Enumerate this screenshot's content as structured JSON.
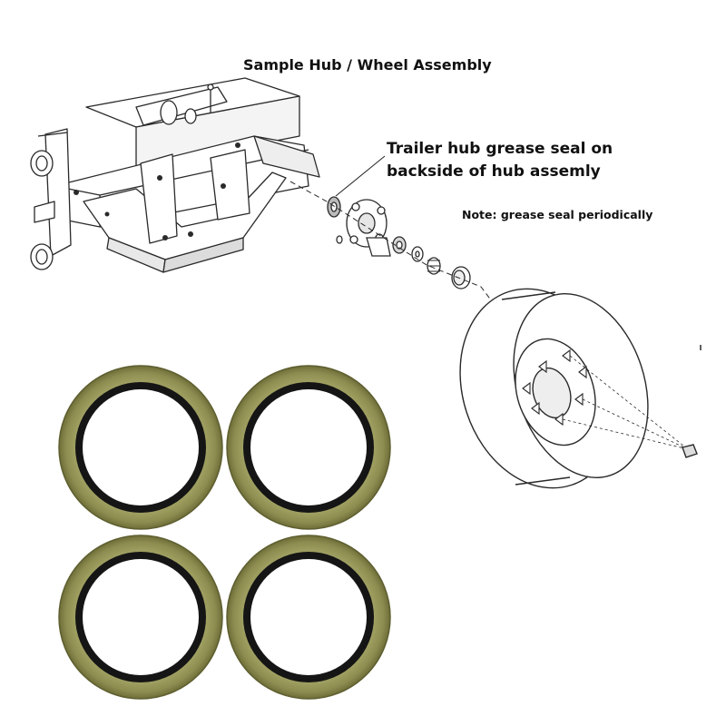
{
  "title": "Sample Hub / Wheel Assembly",
  "callout": {
    "line1": "Trailer hub grease seal on",
    "line2": "backside of hub assemly"
  },
  "note": "Note: grease seal periodically",
  "colors": {
    "seal_outer": "#9a9a5a",
    "seal_lip": "#151515",
    "line_art": "#2a2a2a"
  },
  "seals": {
    "count": 4,
    "icon": "grease-seal-icon"
  }
}
